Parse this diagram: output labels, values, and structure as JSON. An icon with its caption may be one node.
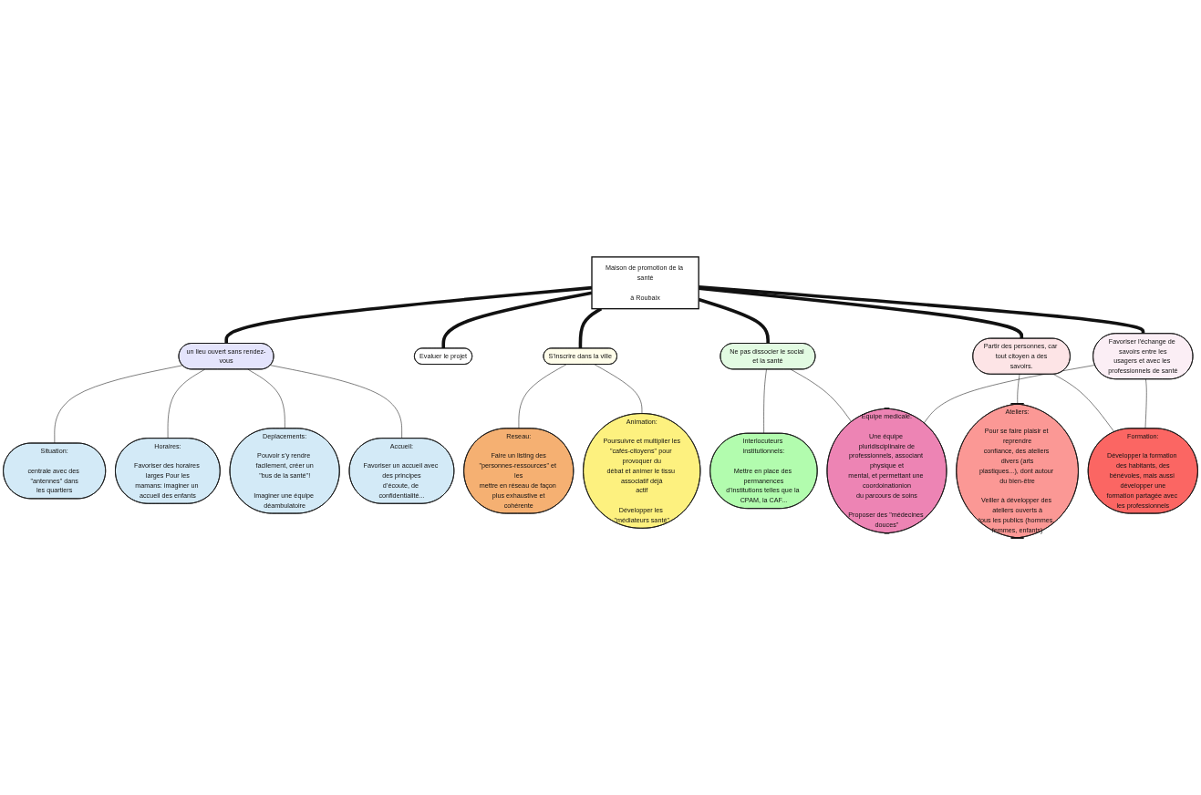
{
  "diagram": {
    "nodes": [
      {
        "text": [
          "Maison de promotion de la santé",
          "à Roubaix"
        ]
      },
      {
        "text": [
          "un lieu ouvert sans rendez-vous"
        ]
      },
      {
        "text": [
          "Situation:",
          "centrale avec des \"antennes\" dans les quartiers"
        ]
      },
      {
        "text": [
          "Horaires:",
          "Favoriser des horaires larges Pour les mamans: imaginer un accueil des enfants"
        ]
      },
      {
        "text": [
          "Deplacements:",
          "Pouvoir s’y rendre facilement, créer un \"bus de la santé\"!",
          "Imaginer une équipe déambulatoire"
        ]
      },
      {
        "text": [
          "Accueil:",
          "Favoriser un accueil avec des principes d’écoute, de confidentialité..."
        ]
      },
      {
        "text": [
          "Evaluer le projet"
        ]
      },
      {
        "text": [
          "S’inscrire dans la ville"
        ]
      },
      {
        "text": [
          "Reseau:",
          "Faire un listing des \"personnes-ressources\" et les mettre en réseau de façon plus exhaustive et cohérente"
        ]
      },
      {
        "text": [
          "Animation:",
          "Poursuivre et multiplier les \"cafés-citoyens\" pour provoquer du débat et animer le tissu associatif déjà actif",
          "Développer les \"médiateurs santé\""
        ]
      },
      {
        "text": [
          "Ne pas dissocier le social et la santé"
        ]
      },
      {
        "text": [
          "Interlocuteurs institutionnels:",
          "Mettre en place des permanences d’institutions telles que la CPAM, la CAF..."
        ]
      },
      {
        "text": [
          "Equipe medicale:",
          "Une équipe pluridisciplinaire de professionnels, associant physique et mental, et permettant une coordoinationion du parcours de soins",
          "Proposer des \"médecines douces\""
        ]
      },
      {
        "text": [
          "Partir des personnes, car tout citoyen a des savoirs."
        ]
      },
      {
        "text": [
          "Ateliers:",
          "Pour se faire plaisir et reprendre confiance, des ateliers divers (arts plastiques...), dont autour du bien-être",
          "Veiller à développer des ateliers ouverts à tous les publics (hommes, femmes, enfants)"
        ]
      },
      {
        "text": [
          "Formation:",
          "Développer la formation des habitants, des bénévoles, mais aussi développer une formation partagée avec les professionnels"
        ]
      },
      {
        "text": [
          "Favoriser l’échange de savoirs entre les usagers et avec les professionnels de santé"
        ]
      }
    ],
    "edges": [
      {
        "from": 0,
        "to": 1,
        "arrow": "none",
        "style": "thick"
      },
      {
        "from": 0,
        "to": 6,
        "arrow": "none",
        "style": "thick"
      },
      {
        "from": 0,
        "to": 7,
        "arrow": "none",
        "style": "thick"
      },
      {
        "from": 0,
        "to": 10,
        "arrow": "none",
        "style": "thick"
      },
      {
        "from": 0,
        "to": 13,
        "arrow": "none",
        "style": "thick"
      },
      {
        "from": 0,
        "to": 16,
        "arrow": "none",
        "style": "thick"
      },
      {
        "from": 1,
        "to": 2,
        "arrow": "none"
      },
      {
        "from": 1,
        "to": 3,
        "arrow": "none"
      },
      {
        "from": 1,
        "to": 4,
        "arrow": "none"
      },
      {
        "from": 1,
        "to": 5,
        "arrow": "none"
      },
      {
        "from": 7,
        "to": 8,
        "arrow": "none"
      },
      {
        "from": 7,
        "to": 9,
        "arrow": "none"
      },
      {
        "from": 10,
        "to": 11,
        "arrow": "none"
      },
      {
        "from": 10,
        "to": 12,
        "arrow": "none"
      },
      {
        "from": 13,
        "to": 14,
        "arrow": "none"
      },
      {
        "from": 13,
        "to": 15,
        "arrow": "none"
      },
      {
        "from": 16,
        "to": 15,
        "arrow": "none"
      },
      {
        "from": 16,
        "to": 12,
        "arrow": "none"
      }
    ]
  }
}
